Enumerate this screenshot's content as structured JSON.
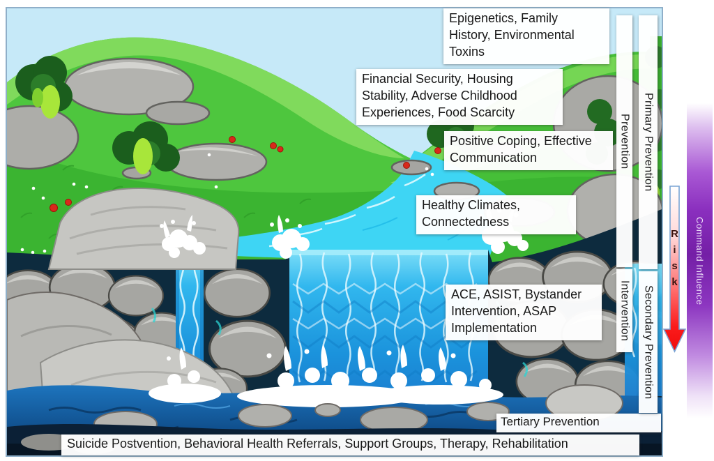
{
  "figure": {
    "alt": "Cartoon mountain river flowing over a waterfall, used as an upstream-downstream prevention metaphor"
  },
  "callouts": {
    "epigenetics": "Epigenetics, Family\nHistory, Environmental\nToxins",
    "financial": "Financial Security, Housing\nStability, Adverse Childhood\nExperiences, Food Scarcity",
    "coping": "Positive Coping, Effective\nCommunication",
    "climates": "Healthy Climates,\nConnectedness",
    "ace": "ACE, ASIST, Bystander\nIntervention, ASAP\nImplementation",
    "tertiary": "Tertiary Prevention",
    "postvention": "Suicide Postvention, Behavioral Health Referrals, Support Groups, Therapy, Rehabilitation"
  },
  "strips": {
    "prevention": "Prevention",
    "primary": "Primary Prevention",
    "intervention": "Intervention",
    "secondary": "Secondary Prevention"
  },
  "risk_arrow": {
    "word": "Risk",
    "letters": [
      "R",
      "i",
      "s",
      "k"
    ]
  },
  "command_bar": {
    "label": "Command Influence"
  },
  "colors": {
    "sky": "#c6e9f8",
    "grass": "#3bb431",
    "river": "#3ed5f4",
    "waterfall": "#1f97de",
    "pool": "#1565af",
    "risk_red": "#ee1111",
    "command_purple": "#7d24ab"
  }
}
